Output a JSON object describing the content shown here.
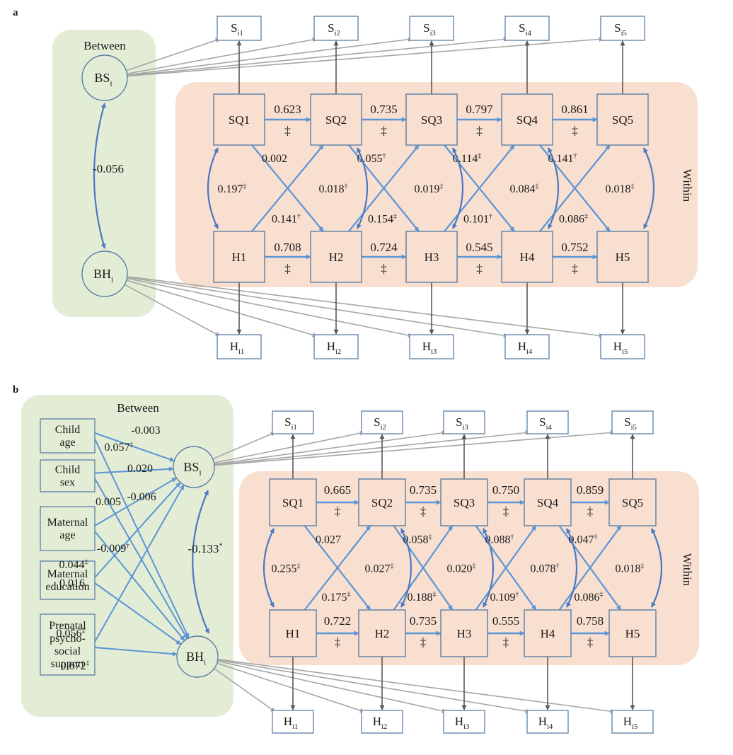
{
  "panels": [
    {
      "id": "a",
      "letter": "a",
      "between_label": "Between",
      "within_label": "Within",
      "bs": {
        "main": "BS",
        "sub": "i"
      },
      "bh": {
        "main": "BH",
        "sub": "i"
      },
      "between_corr": "-0.056",
      "s_indicators": [
        {
          "main": "S",
          "sub": "i1"
        },
        {
          "main": "S",
          "sub": "i2"
        },
        {
          "main": "S",
          "sub": "i3"
        },
        {
          "main": "S",
          "sub": "i4"
        },
        {
          "main": "S",
          "sub": "i5"
        }
      ],
      "h_indicators": [
        {
          "main": "H",
          "sub": "i1"
        },
        {
          "main": "H",
          "sub": "i2"
        },
        {
          "main": "H",
          "sub": "i3"
        },
        {
          "main": "H",
          "sub": "i4"
        },
        {
          "main": "H",
          "sub": "i5"
        }
      ],
      "sq_nodes": [
        "SQ1",
        "SQ2",
        "SQ3",
        "SQ4",
        "SQ5"
      ],
      "h_nodes": [
        "H1",
        "H2",
        "H3",
        "H4",
        "H5"
      ],
      "sq_auto": [
        {
          "value": "0.623",
          "sig": "‡"
        },
        {
          "value": "0.735",
          "sig": "‡"
        },
        {
          "value": "0.797",
          "sig": "‡"
        },
        {
          "value": "0.861",
          "sig": "‡"
        }
      ],
      "h_auto": [
        {
          "value": "0.708",
          "sig": "‡"
        },
        {
          "value": "0.724",
          "sig": "‡"
        },
        {
          "value": "0.545",
          "sig": "‡"
        },
        {
          "value": "0.752",
          "sig": "‡"
        }
      ],
      "sq_to_h": [
        {
          "value": "0.002",
          "sig": ""
        },
        {
          "value": "0.055",
          "sig": "†"
        },
        {
          "value": "0.114",
          "sig": "‡"
        },
        {
          "value": "0.141",
          "sig": "†"
        }
      ],
      "h_to_sq": [
        {
          "value": "0.141",
          "sig": "†"
        },
        {
          "value": "0.154",
          "sig": "‡"
        },
        {
          "value": "0.101",
          "sig": "†"
        },
        {
          "value": "0.086",
          "sig": "‡"
        }
      ],
      "within_corr": [
        {
          "value": "0.197",
          "sig": "‡"
        },
        {
          "value": "0.018",
          "sig": "†"
        },
        {
          "value": "0.019",
          "sig": "‡"
        },
        {
          "value": "0.084",
          "sig": "‡"
        },
        {
          "value": "0.018",
          "sig": "‡"
        }
      ]
    },
    {
      "id": "b",
      "letter": "b",
      "between_label": "Between",
      "within_label": "Within",
      "bs": {
        "main": "BS",
        "sub": "i"
      },
      "bh": {
        "main": "BH",
        "sub": "i"
      },
      "between_corr": "-0.133",
      "between_corr_sig": "*",
      "covariates": [
        {
          "lines": [
            "Child",
            "age"
          ]
        },
        {
          "lines": [
            "Child",
            "sex"
          ]
        },
        {
          "lines": [
            "Maternal",
            "age"
          ]
        },
        {
          "lines": [
            "Maternal",
            "education"
          ]
        },
        {
          "lines": [
            "Prenatal",
            "psycho-",
            "social",
            "support"
          ]
        }
      ],
      "cov_to_bs": [
        {
          "value": "-0.003",
          "sig": ""
        },
        {
          "value": "0.020",
          "sig": ""
        },
        {
          "value": "-0.006",
          "sig": ""
        },
        {
          "value": "0.044",
          "sig": "‡"
        },
        {
          "value": "0.056",
          "sig": "‡"
        }
      ],
      "cov_to_bh": [
        {
          "value": "0.057",
          "sig": "‡"
        },
        {
          "value": "0.005",
          "sig": ""
        },
        {
          "value": "-0.009",
          "sig": "†"
        },
        {
          "value": "0.016",
          "sig": ""
        },
        {
          "value": "0.072",
          "sig": "‡"
        }
      ],
      "s_indicators": [
        {
          "main": "S",
          "sub": "i1"
        },
        {
          "main": "S",
          "sub": "i2"
        },
        {
          "main": "S",
          "sub": "i3"
        },
        {
          "main": "S",
          "sub": "i4"
        },
        {
          "main": "S",
          "sub": "i5"
        }
      ],
      "h_indicators": [
        {
          "main": "H",
          "sub": "i1"
        },
        {
          "main": "H",
          "sub": "i2"
        },
        {
          "main": "H",
          "sub": "i3"
        },
        {
          "main": "H",
          "sub": "i4"
        },
        {
          "main": "H",
          "sub": "i5"
        }
      ],
      "sq_nodes": [
        "SQ1",
        "SQ2",
        "SQ3",
        "SQ4",
        "SQ5"
      ],
      "h_nodes": [
        "H1",
        "H2",
        "H3",
        "H4",
        "H5"
      ],
      "sq_auto": [
        {
          "value": "0.665",
          "sig": "‡"
        },
        {
          "value": "0.735",
          "sig": "‡"
        },
        {
          "value": "0.750",
          "sig": "‡"
        },
        {
          "value": "0.859",
          "sig": "‡"
        }
      ],
      "h_auto": [
        {
          "value": "0.722",
          "sig": "‡"
        },
        {
          "value": "0.735",
          "sig": "‡"
        },
        {
          "value": "0.555",
          "sig": "‡"
        },
        {
          "value": "0.758",
          "sig": "‡"
        }
      ],
      "sq_to_h": [
        {
          "value": "0.027",
          "sig": ""
        },
        {
          "value": "0.058",
          "sig": "‡"
        },
        {
          "value": "0.088",
          "sig": "†"
        },
        {
          "value": "0.047",
          "sig": "†"
        }
      ],
      "h_to_sq": [
        {
          "value": "0.175",
          "sig": "‡"
        },
        {
          "value": "0.188",
          "sig": "‡"
        },
        {
          "value": "0.109",
          "sig": "†"
        },
        {
          "value": "0.086",
          "sig": "‡"
        }
      ],
      "within_corr": [
        {
          "value": "0.255",
          "sig": "‡"
        },
        {
          "value": "0.027",
          "sig": "‡"
        },
        {
          "value": "0.020",
          "sig": "‡"
        },
        {
          "value": "0.078",
          "sig": "†"
        },
        {
          "value": "0.018",
          "sig": "‡"
        }
      ]
    }
  ],
  "colors": {
    "between_fill": "#e3edd5",
    "within_fill": "#f8dfd0",
    "node_fill": "#f8dfd0",
    "node_stroke": "#5a7fa6",
    "arrow_blue": "#5b95d6",
    "corr_blue": "#4a78c2",
    "gray_line": "#a6a6a6",
    "dark_line": "#595959"
  }
}
